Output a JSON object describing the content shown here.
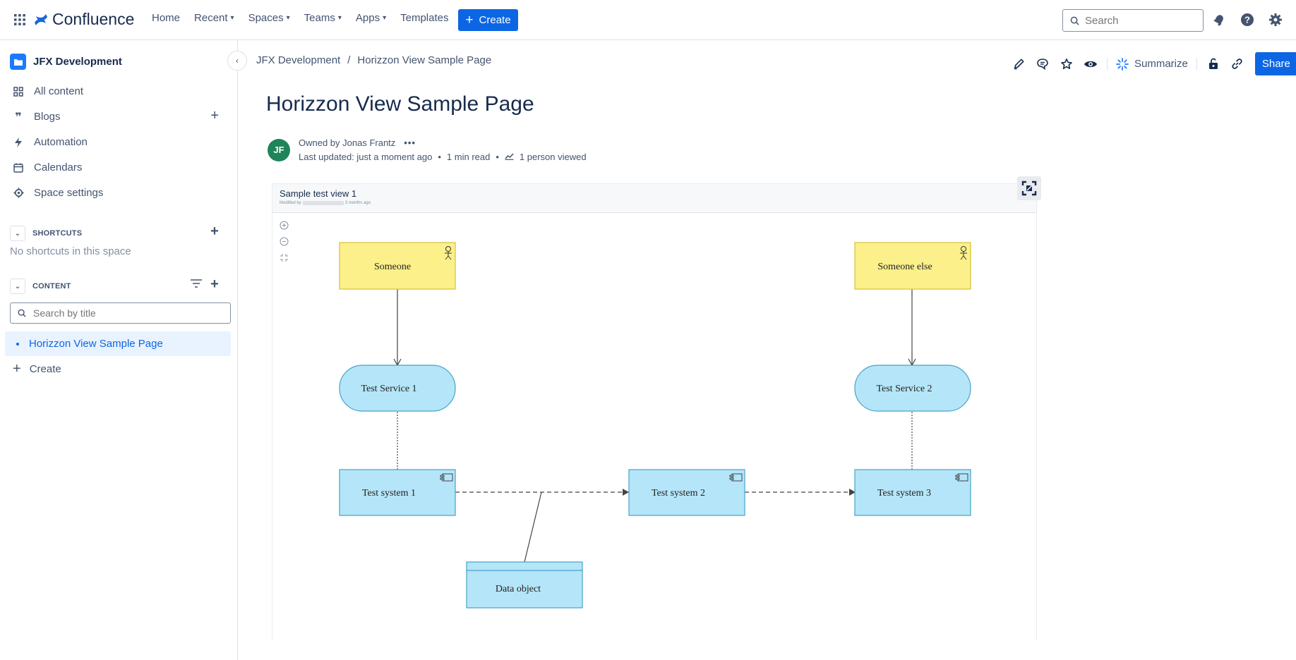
{
  "app": {
    "name": "Confluence",
    "nav": [
      {
        "label": "Home",
        "dropdown": false
      },
      {
        "label": "Recent",
        "dropdown": true
      },
      {
        "label": "Spaces",
        "dropdown": true
      },
      {
        "label": "Teams",
        "dropdown": true
      },
      {
        "label": "Apps",
        "dropdown": true
      },
      {
        "label": "Templates",
        "dropdown": false
      }
    ],
    "create_label": "Create",
    "search_placeholder": "Search",
    "accent": "#0c66e4"
  },
  "sidebar": {
    "space_name": "JFX Development",
    "items": [
      {
        "label": "All content",
        "icon": "grid-icon"
      },
      {
        "label": "Blogs",
        "icon": "quote-icon"
      },
      {
        "label": "Automation",
        "icon": "lightning-icon"
      },
      {
        "label": "Calendars",
        "icon": "calendar-icon"
      },
      {
        "label": "Space settings",
        "icon": "gear-icon"
      }
    ],
    "shortcuts_header": "SHORTCUTS",
    "no_shortcuts": "No shortcuts in this space",
    "content_header": "CONTENT",
    "search_placeholder": "Search by title",
    "pages": [
      {
        "label": "Horizzon View Sample Page"
      }
    ],
    "create_label": "Create"
  },
  "breadcrumb": [
    "JFX Development",
    "Horizzon View Sample Page"
  ],
  "page": {
    "title": "Horizzon View Sample Page",
    "owner_text": "Owned by Jonas Frantz",
    "avatar_initials": "JF",
    "updated": "Last updated: just a moment ago",
    "read_time": "1 min read",
    "viewed": "1 person viewed",
    "summarize_label": "Summarize",
    "share_label": "Share"
  },
  "viewer": {
    "title": "Sample test view 1",
    "modified_prefix": "Modified by",
    "modified_suffix": "3 months ago"
  },
  "diagram": {
    "nodes": [
      {
        "id": "someone",
        "label": "Someone",
        "kind": "actor"
      },
      {
        "id": "someone_else",
        "label": "Someone else",
        "kind": "actor"
      },
      {
        "id": "service1",
        "label": "Test Service 1",
        "kind": "service"
      },
      {
        "id": "service2",
        "label": "Test Service 2",
        "kind": "service"
      },
      {
        "id": "system1",
        "label": "Test system 1",
        "kind": "component"
      },
      {
        "id": "system2",
        "label": "Test system 2",
        "kind": "component"
      },
      {
        "id": "system3",
        "label": "Test system 3",
        "kind": "component"
      },
      {
        "id": "dataobj",
        "label": "Data object",
        "kind": "data"
      }
    ],
    "edges": [
      {
        "from": "someone",
        "to": "service1",
        "type": "serving"
      },
      {
        "from": "someone_else",
        "to": "service2",
        "type": "serving"
      },
      {
        "from": "system1",
        "to": "service1",
        "type": "realization"
      },
      {
        "from": "system3",
        "to": "service2",
        "type": "realization"
      },
      {
        "from": "system1",
        "to": "system2",
        "type": "flow"
      },
      {
        "from": "system2",
        "to": "system3",
        "type": "flow"
      },
      {
        "from": "dataobj",
        "to": "flow-system1-system2",
        "type": "association"
      }
    ],
    "colors": {
      "actor": "#fbf08a",
      "actor_border": "#d6c13a",
      "app": "#b5e5f8",
      "app_border": "#46a4c8"
    }
  }
}
